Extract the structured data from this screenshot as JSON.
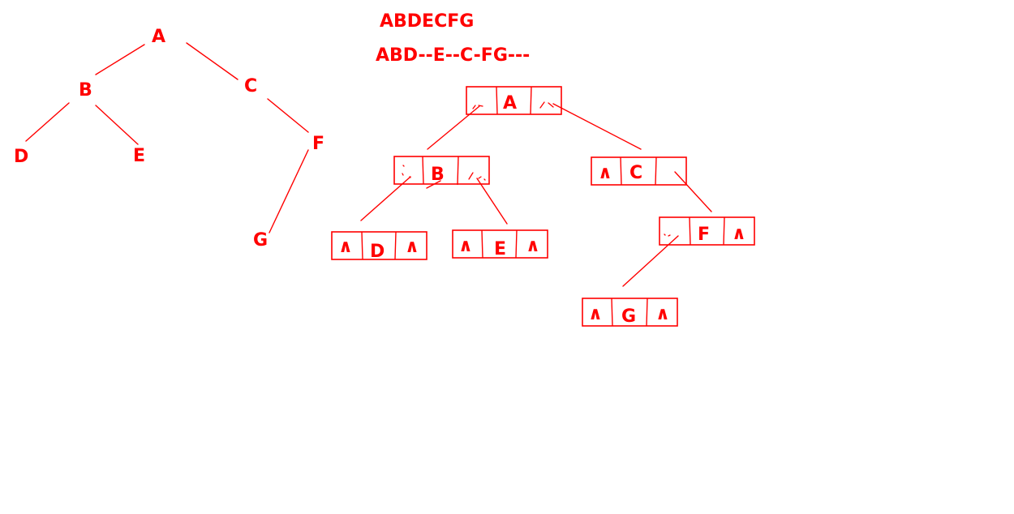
{
  "sequences": {
    "preorder": "ABDECFG",
    "extended_preorder": "ABD--E--C-FG---"
  },
  "tree": {
    "nodes": [
      "A",
      "B",
      "C",
      "D",
      "E",
      "F",
      "G"
    ]
  },
  "linked_structure": {
    "nodes": [
      "A",
      "B",
      "C",
      "D",
      "E",
      "F",
      "G"
    ],
    "null_pointer_symbol": "∧"
  },
  "colors": {
    "ink": "#ff0000",
    "background": "#ffffff"
  }
}
